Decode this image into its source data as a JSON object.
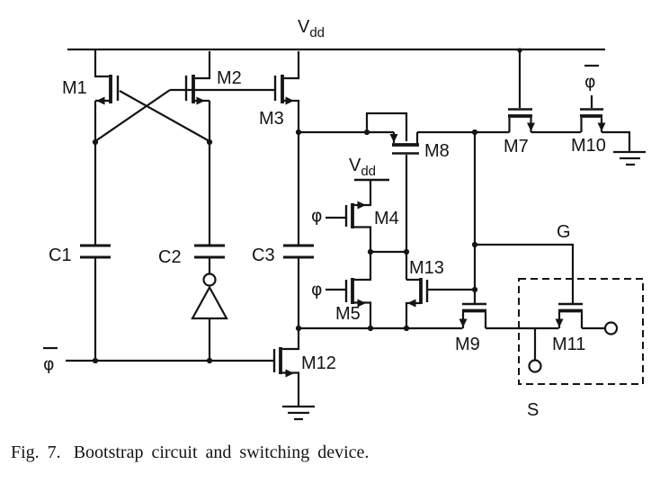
{
  "figure": {
    "power": {
      "vdd_main": "V",
      "vdd_sub": "dd"
    },
    "clocks": {
      "phi": "φ"
    },
    "transistors": {
      "m1": "M1",
      "m2": "M2",
      "m3": "M3",
      "m4": "M4",
      "m5": "M5",
      "m7": "M7",
      "m8": "M8",
      "m9": "M9",
      "m10": "M10",
      "m11": "M11",
      "m12": "M12",
      "m13": "M13"
    },
    "capacitors": {
      "c1": "C1",
      "c2": "C2",
      "c3": "C3"
    },
    "nodes": {
      "g": "G",
      "s": "S"
    }
  },
  "caption": {
    "number": "Fig. 7.",
    "text": "Bootstrap circuit and switching device."
  }
}
